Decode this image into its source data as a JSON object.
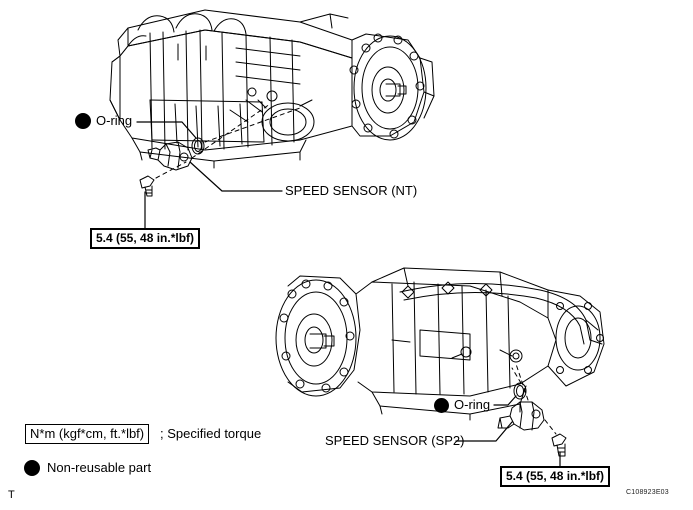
{
  "document": {
    "type": "automatic-transmission-speed-sensor-diagram",
    "sheet_code": "C108923E03",
    "page_mark": "T"
  },
  "labels": {
    "o_ring_upper": "O-ring",
    "o_ring_lower": "O-ring",
    "speed_sensor_nt": "SPEED SENSOR (NT)",
    "speed_sensor_sp2": "SPEED SENSOR (SP2)"
  },
  "torque": {
    "upper": "5.4 (55, 48 in.*lbf)",
    "lower": "5.4 (55, 48 in.*lbf)"
  },
  "legend": {
    "torque_unit_box": "N*m (kgf*cm, ft.*lbf)",
    "torque_unit_suffix": "; Specified torque",
    "non_reusable": "Non-reusable part"
  },
  "colors": {
    "line": "#000000",
    "background": "#ffffff",
    "bullet": "#000000"
  }
}
